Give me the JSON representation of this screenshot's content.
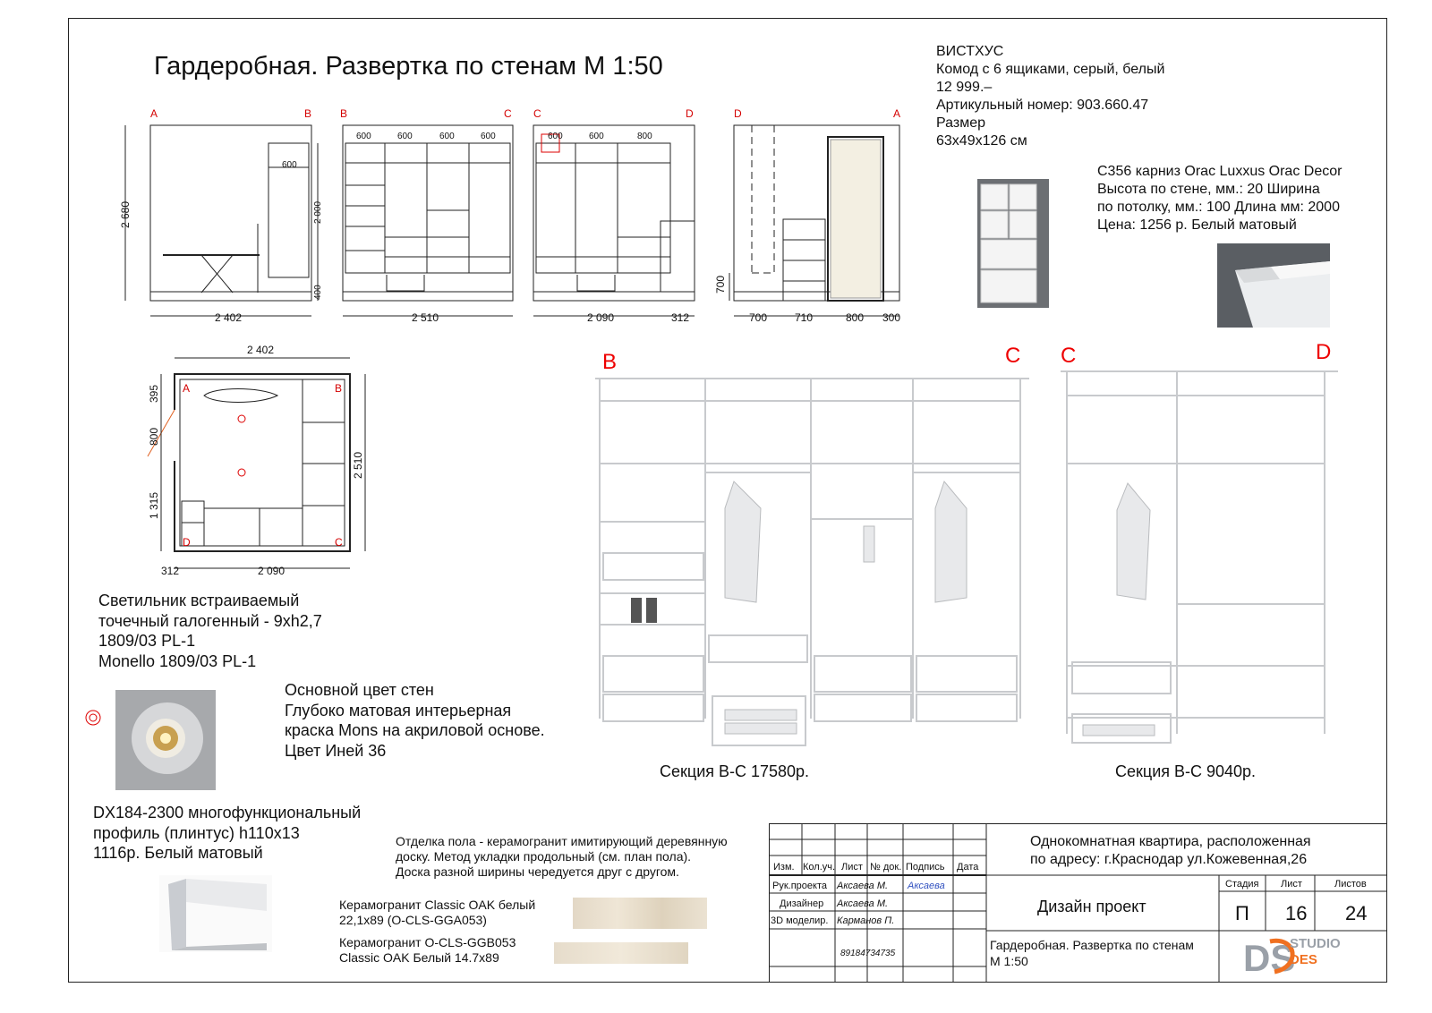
{
  "sheet": {
    "title": "Гардеробная. Развертка по стенам М 1:50"
  },
  "elevations": {
    "ab": {
      "left": "A",
      "right": "B",
      "height_dim": "2 680",
      "mid_dim": "600",
      "tall_dim": "2 000",
      "low_dim": "400",
      "width_dim": "2 402"
    },
    "bc": {
      "left": "B",
      "right": "C",
      "top_dims": [
        "600",
        "600",
        "600",
        "600"
      ],
      "width_dim": "2 510"
    },
    "cd": {
      "left": "C",
      "right": "D",
      "top_dims": [
        "600",
        "600",
        "800"
      ],
      "width_dim": "2 090",
      "extra_dim": "312"
    },
    "da": {
      "left": "D",
      "right": "A",
      "height_dim": "700",
      "bottom_dims": [
        "700",
        "710",
        "800",
        "300"
      ]
    }
  },
  "plan": {
    "top_dim": "2 402",
    "left_dims": [
      "395",
      "800",
      "1 315"
    ],
    "right_dim": "2 510",
    "bottom_dims": [
      "312",
      "2 090"
    ],
    "corners": [
      "A",
      "B",
      "D",
      "C"
    ]
  },
  "product_chest": {
    "lines": [
      "ВИСТХУС",
      "Комод с 6 ящиками, серый, белый",
      "12 999.–",
      "Артикульный номер: 903.660.47",
      " Размер",
      " 63x49x126 см"
    ]
  },
  "product_cornice": {
    "lines": [
      "С356 карниз Orac Luxxus Orac Decor",
      "Высота по стене, мм.: 20 Ширина",
      "по потолку, мм.: 100 Длина мм: 2000",
      "Цена: 1256 р. Белый матовый"
    ]
  },
  "lamp": {
    "lines": [
      "Светильник встраиваемый",
      "точечный галогенный - 9xh2,7",
      "1809/03 PL-1",
      "Monello 1809/03 PL-1"
    ]
  },
  "wall_color": {
    "lines": [
      "Основной цвет стен",
      "Глубоко матовая интерьерная",
      "краска Mons на акриловой основе.",
      "Цвет Иней 36"
    ]
  },
  "skirting": {
    "lines": [
      "DX184-2300 многофункциональный",
      "профиль (плинтус) h110x13",
      "1116р. Белый матовый"
    ]
  },
  "floor": {
    "lines": [
      "Отделка пола - керамогранит имитирующий деревянную",
      "доску. Метод укладки продольный (см. план пола).",
      "Доска разной ширины чередуется друг с другом."
    ],
    "tile1": [
      "Керамогранит Classic OAK белый",
      "22,1x89 (O-CLS-GGA053)"
    ],
    "tile2": [
      "Керамогранит O-CLS-GGB053",
      "Classic OAK Белый 14.7x89"
    ]
  },
  "sections": {
    "left": {
      "label_left": "B",
      "label_right": "C",
      "caption": "Секция B-C 17580р."
    },
    "right": {
      "label_left": "C",
      "label_right": "D",
      "caption": "Секция B-C 9040р."
    }
  },
  "stamp": {
    "headers": [
      "Изм.",
      "Кол.уч.",
      "Лист",
      "№ док.",
      "Подпись",
      "Дата"
    ],
    "roles": [
      {
        "role": "Рук.проекта",
        "name": "Аксаева М.",
        "sign": "Аксаева"
      },
      {
        "role": "Дизайнер",
        "name": "Аксаева М.",
        "sign": ""
      },
      {
        "role": "3D моделир.",
        "name": "Карманов П.",
        "sign": ""
      }
    ],
    "phone": "89184734735",
    "address": [
      "Однокомнатная квартира, расположенная",
      "по адресу: г.Краснодар ул.Кожевенная,26"
    ],
    "project": "Дизайн проект",
    "col_stage": "Стадия",
    "col_sheet": "Лист",
    "col_sheets": "Листов",
    "stage": "П",
    "sheet": "16",
    "sheets": "24",
    "sheet_title": [
      "Гардеробная. Развертка по стенам",
      "М 1:50"
    ],
    "logo_top": "STUDIO",
    "logo_bottom": "DES",
    "logo_letters": "DS"
  },
  "colors": {
    "accent_red": "#e00000",
    "logo_orange": "#f07020",
    "logo_gray": "#9aa0a8"
  }
}
